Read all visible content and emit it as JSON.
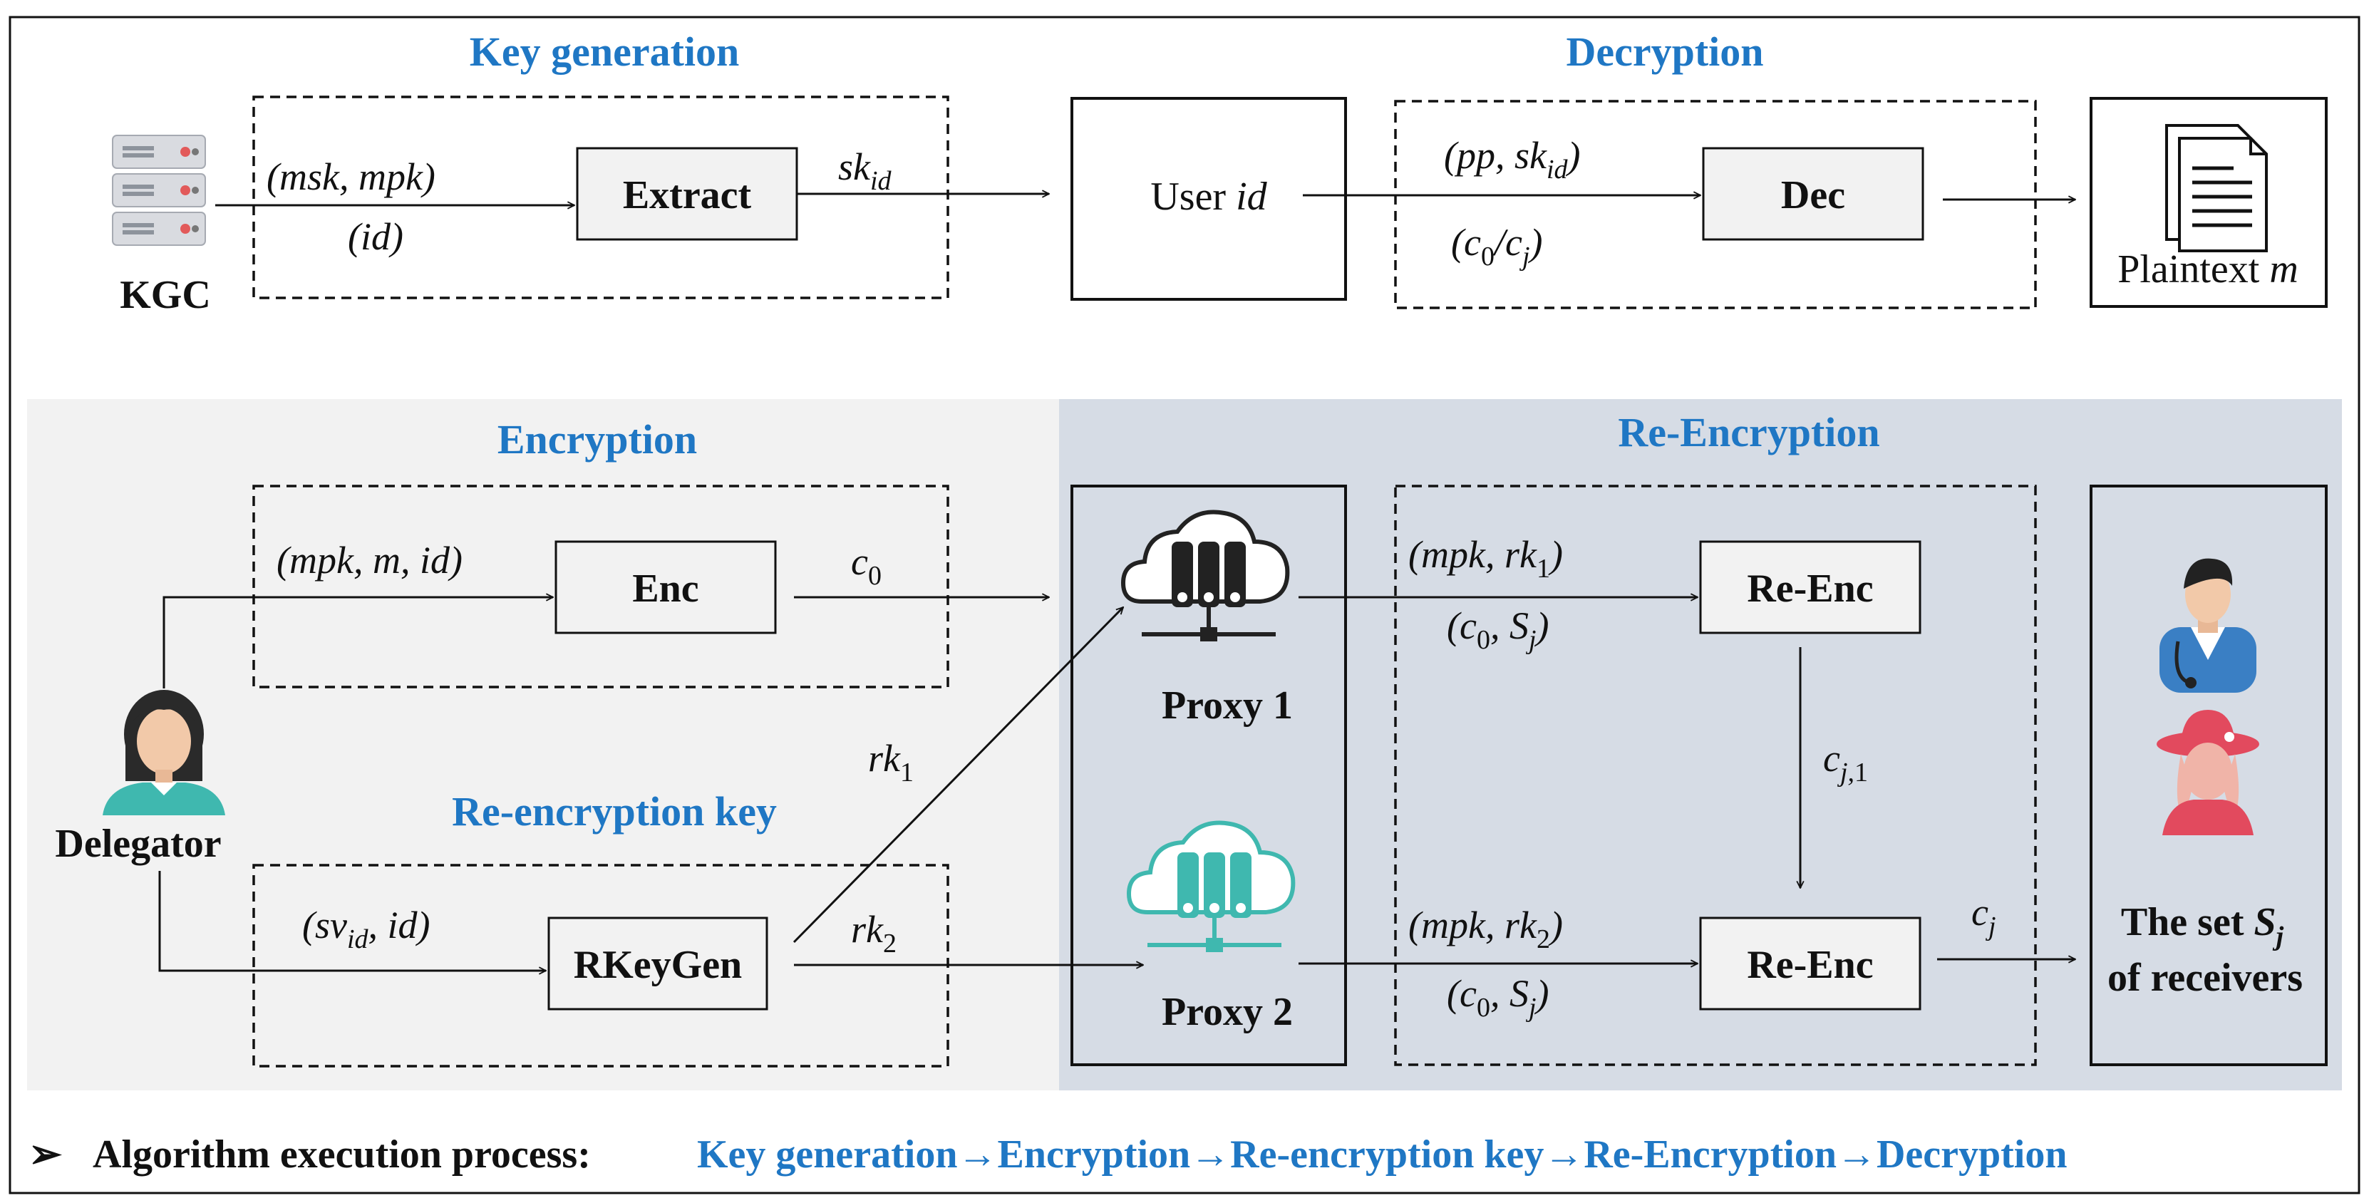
{
  "sections": {
    "key_generation": "Key generation",
    "decryption": "Decryption",
    "encryption": "Encryption",
    "re_encryption": "Re-Encryption",
    "re_encryption_key": "Re-encryption key"
  },
  "entities": {
    "kgc": "KGC",
    "delegator": "Delegator",
    "proxy1": "Proxy 1",
    "proxy2": "Proxy 2",
    "user_prefix": "User ",
    "user_var": "id",
    "plaintext_prefix": "Plaintext ",
    "plaintext_var": "m",
    "receivers_line1_prefix": "The set ",
    "receivers_line1_var": "S",
    "receivers_line1_sub": "j",
    "receivers_line2": "of receivers"
  },
  "algorithms": {
    "extract": "Extract",
    "dec": "Dec",
    "enc": "Enc",
    "reenc1": "Re-Enc",
    "reenc2": "Re-Enc",
    "rkeygen": "RKeyGen"
  },
  "footer": {
    "bullet": "➢",
    "label": "Algorithm execution process:",
    "sequence": "Key generation→Encryption→Re-encryption key→Re-Encryption→Decryption"
  },
  "colors": {
    "title_blue": "#1F77C4",
    "left_panel": "#F2F2F2",
    "right_panel": "#D6DCE5",
    "box_fill": "#F2F2F2",
    "teal": "#3FB8AF"
  }
}
